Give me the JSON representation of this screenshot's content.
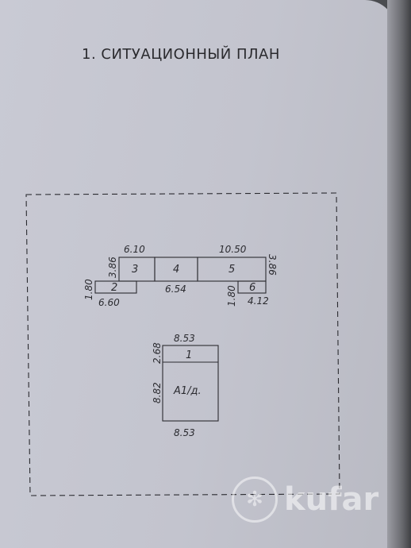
{
  "title": "1. СИТУАЦИОННЫЙ ПЛАН",
  "buildings": {
    "top_dims": {
      "w_3": "6.10",
      "w_5": "10.50",
      "h_left": "3.86",
      "h_right": "3.86",
      "w_4": "6.54",
      "h_2": "1.80",
      "w_2": "6.60",
      "h_6": "1.80",
      "w_6": "4.12"
    },
    "labels": {
      "b2": "2",
      "b3": "3",
      "b4": "4",
      "b5": "5",
      "b6": "6"
    }
  },
  "main_building": {
    "top_width": "8.53",
    "top_height": "2.68",
    "height": "8.82",
    "bottom_width": "8.53",
    "label_1": "1",
    "label_main": "А1/д."
  },
  "watermark": {
    "text": "kufar",
    "logo_icon": "kufar-logo-icon"
  }
}
